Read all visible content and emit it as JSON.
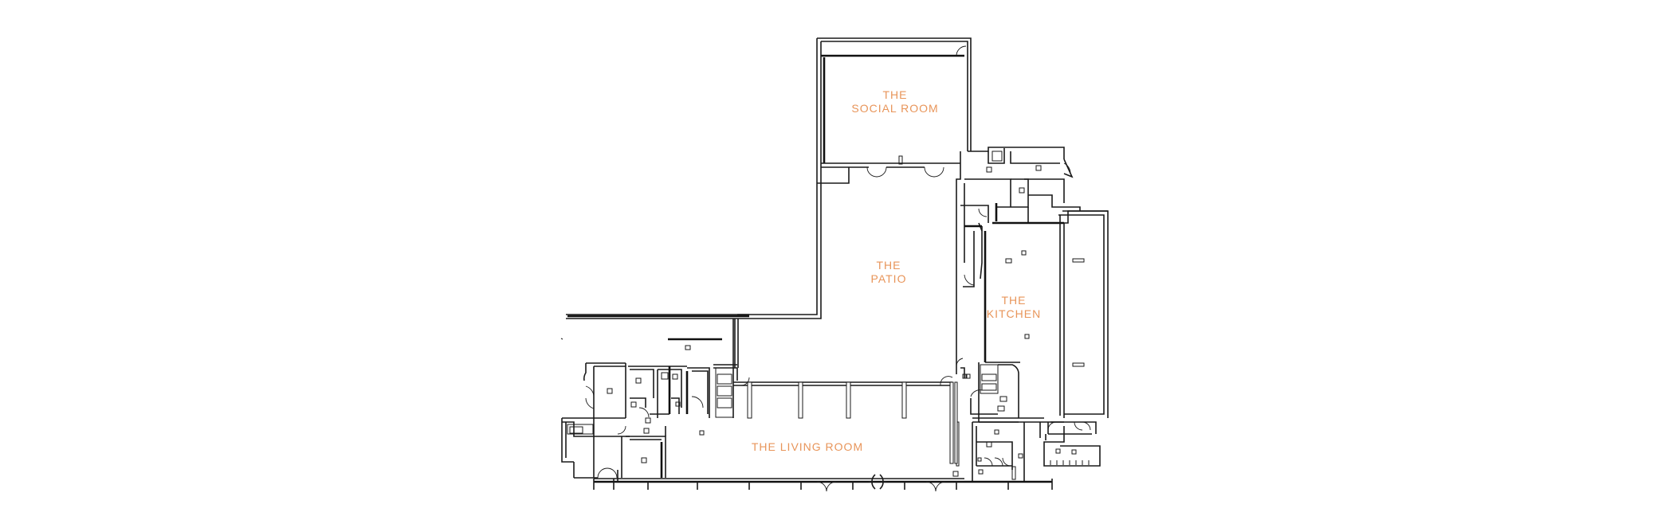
{
  "rooms": {
    "social_room": {
      "line1": "THE",
      "line2": "SOCIAL ROOM"
    },
    "patio": {
      "line1": "THE",
      "line2": "PATIO"
    },
    "kitchen": {
      "line1": "THE",
      "line2": "KITCHEN"
    },
    "living_room": {
      "line1": "THE LIVING ROOM"
    }
  },
  "colors": {
    "label": "#e8955a",
    "walls": "#1a1a1a",
    "background": "#ffffff"
  }
}
